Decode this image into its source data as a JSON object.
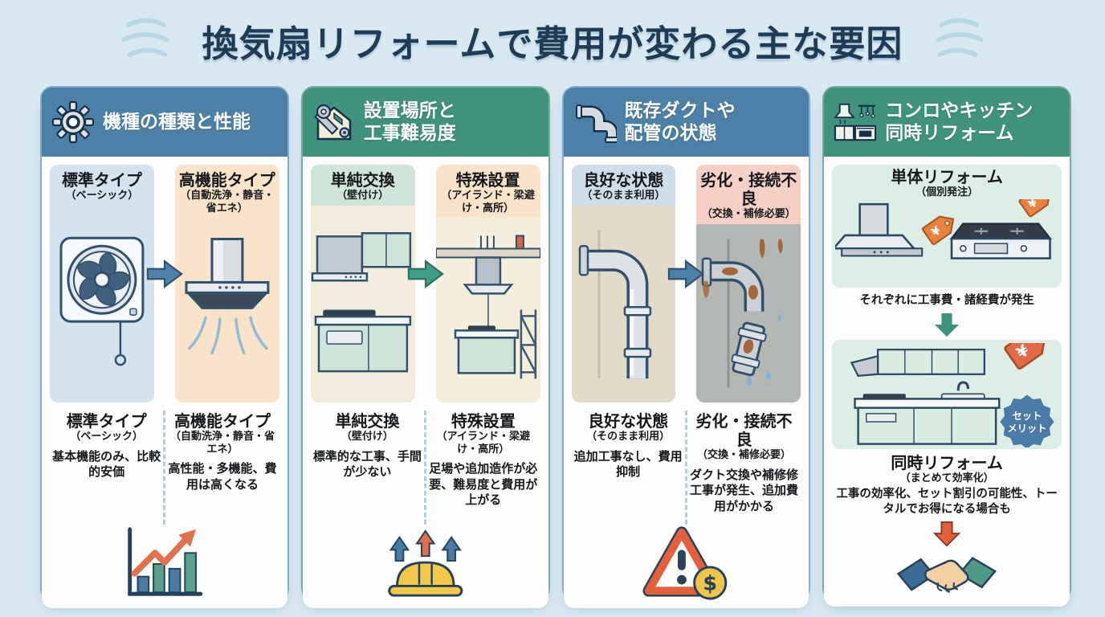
{
  "page": {
    "title": "換気扇リフォームで費用が変わる主な要因"
  },
  "symbols": {
    "yen": "¥",
    "dollar": "$"
  },
  "colors": {
    "page_bg": "#d9e9f2",
    "title_text": "#1e3c55",
    "blue_header": "#4c80a6",
    "green_header": "#3f937c",
    "panel_blue": "#d3e4ef",
    "panel_peach": "#f9e3c9",
    "panel_green": "#cfe5da",
    "panel_pink": "#f6d0c5",
    "tag_orange": "#e8833f",
    "badge_blue": "#4a7ba6"
  },
  "columns": [
    {
      "header": {
        "icon": "gear-icon",
        "line1": "機種の種類と性能",
        "line2": ""
      },
      "options": [
        {
          "title": "標準タイプ",
          "sub": "（ベーシック）",
          "desc": "基本機能のみ、比較的安価",
          "illustration": "wall-fan"
        },
        {
          "title": "高機能タイプ",
          "sub": "（自動洗浄・静音・省エネ）",
          "desc": "高性能・多機能、費用は高くなる",
          "illustration": "range-hood"
        }
      ],
      "footer_icon": "growth-chart-icon"
    },
    {
      "header": {
        "icon": "wrench-house-icon",
        "line1": "設置場所と",
        "line2": "工事難易度"
      },
      "options": [
        {
          "title": "単純交換",
          "sub": "（壁付け）",
          "desc": "標準的な工事、手間が少ない",
          "illustration": "wall-kitchen"
        },
        {
          "title": "特殊設置",
          "sub": "（アイランド・梁避け・高所）",
          "desc": "足場や追加造作が必要、難易度と費用が上がる",
          "illustration": "island-kitchen"
        }
      ],
      "footer_icon": "hardhat-arrows-icon"
    },
    {
      "header": {
        "icon": "pipe-icon",
        "line1": "既存ダクトや",
        "line2": "配管の状態"
      },
      "options": [
        {
          "title": "良好な状態",
          "sub": "（そのまま利用）",
          "desc": "追加工事なし、費用抑制",
          "illustration": "clean-pipe"
        },
        {
          "title": "劣化・接続不良",
          "sub": "（交換・補修必要）",
          "desc": "ダクト交換や補修修工事が発生、追加費用がかかる",
          "illustration": "rusty-pipe"
        }
      ],
      "footer_icon": "warning-cost-icon"
    },
    {
      "header": {
        "icon": "kitchen-icon",
        "line1": "コンロやキッチン",
        "line2": "同時リフォーム"
      },
      "separate": {
        "title": "単体リフォーム",
        "sub": "（個別発注）",
        "caption": "それぞれに工事費・諸経費が発生"
      },
      "combined": {
        "title": "同時リフォーム",
        "sub": "（まとめて効率化）",
        "caption": "工事の効率化、セット割引の可能性、トータルでお得になる場合も",
        "badge_line1": "セット",
        "badge_line2": "メリット"
      },
      "footer_icon": "handshake-icon"
    }
  ]
}
